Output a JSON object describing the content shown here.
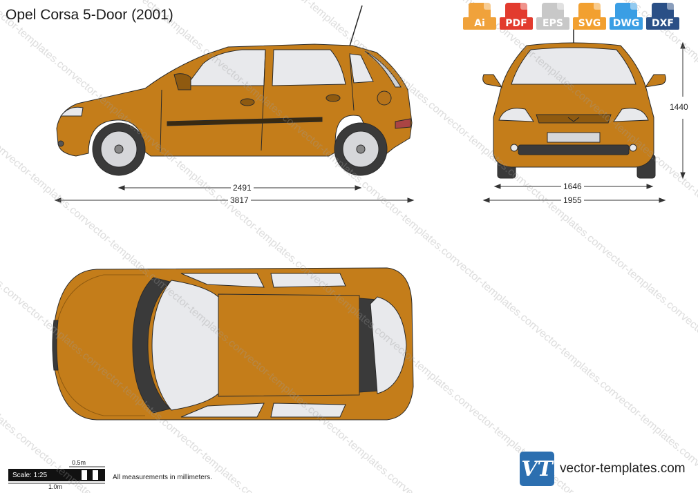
{
  "title": "Opel Corsa 5-Door (2001)",
  "formats": [
    {
      "label": "Ai",
      "color": "#f0a23b"
    },
    {
      "label": "PDF",
      "color": "#e23b2e"
    },
    {
      "label": "EPS",
      "color": "#c8c8c8"
    },
    {
      "label": "SVG",
      "color": "#f2a030"
    },
    {
      "label": "DWG",
      "color": "#3a9ee4"
    },
    {
      "label": "DXF",
      "color": "#2a4f86"
    }
  ],
  "dimensions": {
    "wheelbase": "2491",
    "length": "3817",
    "track": "1646",
    "width": "1955",
    "height": "1440"
  },
  "scale": {
    "label": "Scale: 1:25",
    "half_meter": "0.5m",
    "one_meter": "1.0m"
  },
  "note": "All measurements in millimeters.",
  "brand": {
    "logo": "VT",
    "text": "vector-templates.com"
  },
  "watermark": "vector-templates.com",
  "colors": {
    "body": "#c47d1a",
    "body_dark": "#8f5a10",
    "glass": "#e8e9ec",
    "tire": "#3a3a3a",
    "outline": "#2a2a2a"
  }
}
